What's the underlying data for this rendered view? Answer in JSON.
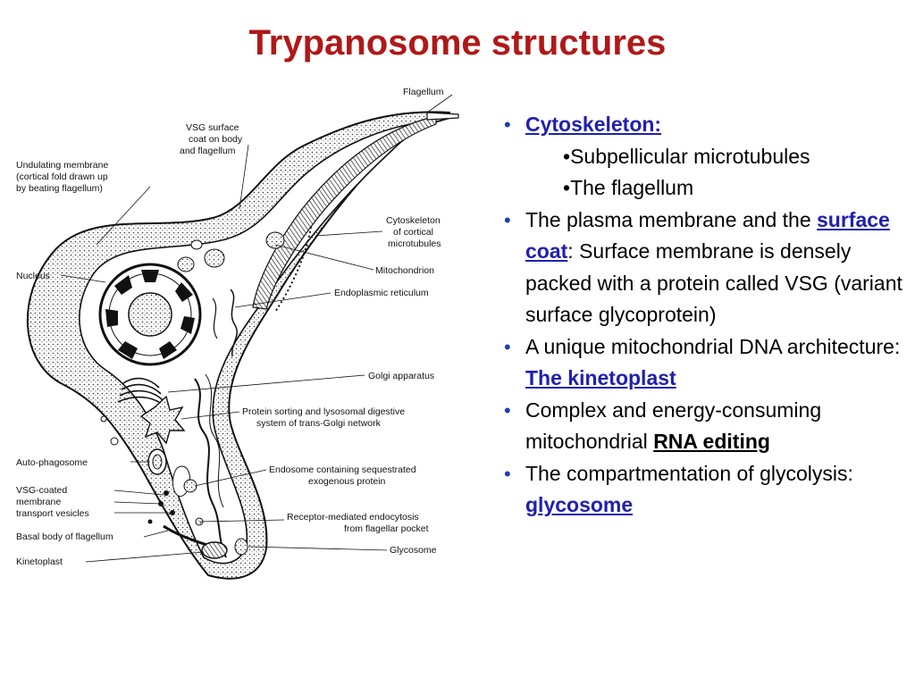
{
  "title": "Trypanosome structures",
  "diagram": {
    "labels": {
      "flagellum": "Flagellum",
      "vsg_surface_coat": [
        "VSG surface",
        "coat on body",
        "and flagellum"
      ],
      "undulating_membrane": [
        "Undulating membrane",
        "(cortical fold drawn up",
        "by beating flagellum)"
      ],
      "cytoskeleton": [
        "Cytoskeleton",
        "of cortical",
        "microtubules"
      ],
      "nucleus": "Nucleus",
      "mitochondrion": "Mitochondrion",
      "endoplasmic_reticulum": "Endoplasmic reticulum",
      "golgi": "Golgi apparatus",
      "protein_sorting": [
        "Protein sorting and lysosomal digestive",
        "system of trans-Golgi network"
      ],
      "auto_phagosome": "Auto-phagosome",
      "endosome": [
        "Endosome containing sequestrated",
        "exogenous protein"
      ],
      "vsg_coated": [
        "VSG-coated",
        "membrane",
        "transport vesicles"
      ],
      "receptor_mediated": [
        "Receptor-mediated endocytosis",
        "from flagellar pocket"
      ],
      "basal_body": "Basal body of flagellum",
      "glycosome": "Glycosome",
      "kinetoplast": "Kinetoplast"
    }
  },
  "bullets": {
    "cytoskeleton": "Cytoskeleton:",
    "sub1": "Subpellicular microtubules",
    "sub2": "The  flagellum",
    "b2_pre": "The plasma membrane and the ",
    "b2_kw": "surface coat",
    "b2_post": ": Surface membrane is densely packed with a protein called VSG (variant surface glycoprotein)",
    "b3_pre": "A unique mitochondrial DNA architecture: ",
    "b3_kw": "The kinetoplast",
    "b4_pre": "Complex and energy-consuming mitochondrial ",
    "b4_kw": "RNA editing",
    "b5_pre": "The compartmentation of glycolysis: ",
    "b5_kw": "glycosome"
  },
  "colors": {
    "title": "#b01818",
    "bullet_marker": "#1f3fb0",
    "keyword": "#2020b0"
  }
}
